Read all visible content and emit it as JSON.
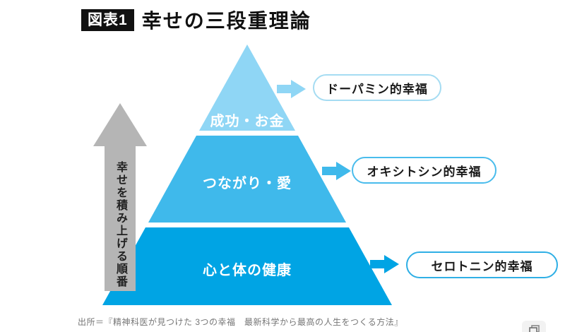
{
  "header": {
    "badge_label": "図表1",
    "title": "幸せの三段重理論"
  },
  "side_arrow": {
    "label": "幸せを積み上げる順番",
    "color": "#b5b5b5"
  },
  "pyramid": {
    "label_text_color": "#ffffff",
    "tiers": [
      {
        "label": "成功・お金",
        "happiness": "ドーパミン的幸福",
        "color": "#8fd6f5",
        "pill_border": "#a5dcf2"
      },
      {
        "label": "つながり・愛",
        "happiness": "オキシトシン的幸福",
        "color": "#3fb9eb",
        "pill_border": "#49bcec"
      },
      {
        "label": "心と体の健康",
        "happiness": "セロトニン的幸福",
        "color": "#00a4e4",
        "pill_border": "#2fafe5"
      }
    ]
  },
  "source_line": "出所＝『精神科医が見つけた 3つの幸福　最新科学から最高の人生をつくる方法』",
  "corner_button": {
    "icon": "copy-image-icon"
  }
}
